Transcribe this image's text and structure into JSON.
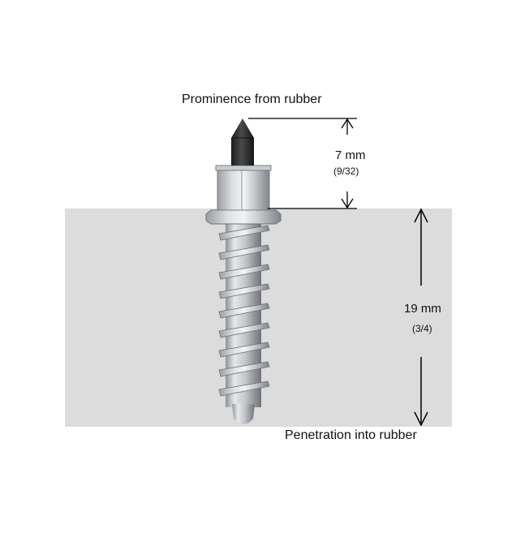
{
  "labels": {
    "prominence_title": "Prominence from rubber",
    "prominence_value": "7 mm",
    "prominence_fraction": "(9/32)",
    "penetration_value": "19 mm",
    "penetration_fraction": "(3/4)",
    "penetration_title": "Penetration into rubber"
  },
  "colors": {
    "background": "#ffffff",
    "rubber_block": "#dcdcdc",
    "tip": "#2b2b2b",
    "metal": "#b9bcc0",
    "line": "#000000"
  }
}
